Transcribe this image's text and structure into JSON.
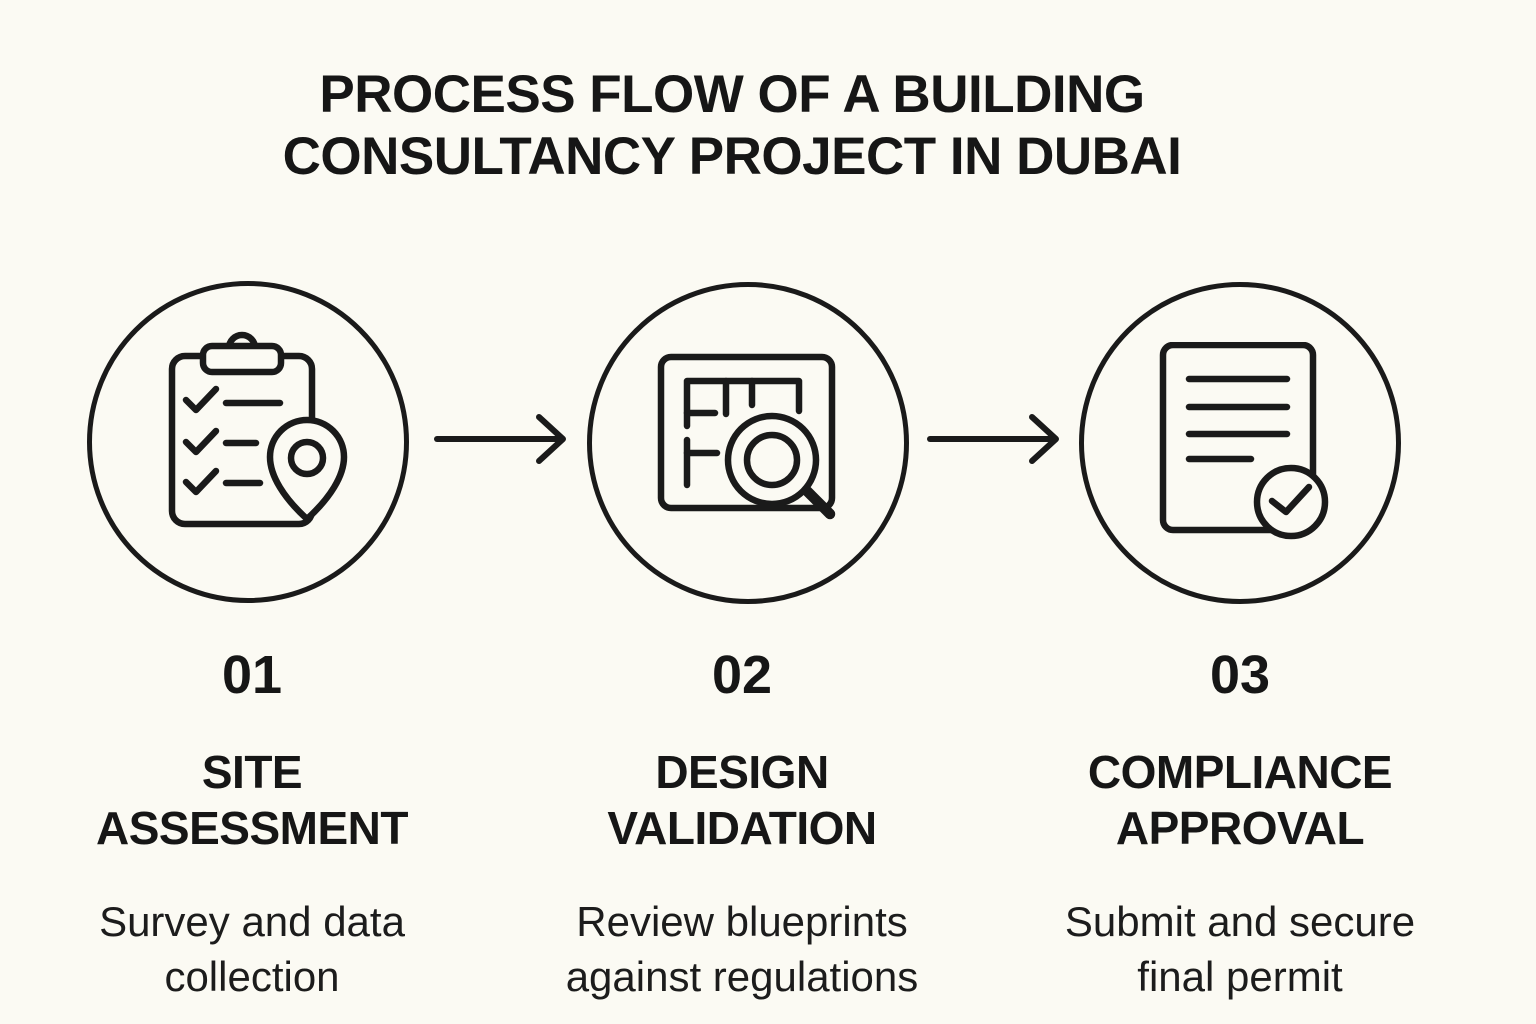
{
  "title": "PROCESS FLOW OF A BUILDING\nCONSULTANCY PROJECT IN DUBAI",
  "colors": {
    "background": "#FBFAF3",
    "ink": "#1A1A1A"
  },
  "steps": [
    {
      "number": "01",
      "name": "SITE\nASSESSMENT",
      "description": "Survey and data\ncollection",
      "icon": "clipboard-checklist-location-icon"
    },
    {
      "number": "02",
      "name": "DESIGN\nVALIDATION",
      "description": "Review blueprints\nagainst regulations",
      "icon": "blueprint-magnifier-icon"
    },
    {
      "number": "03",
      "name": "COMPLIANCE\nAPPROVAL",
      "description": "Submit and secure\nfinal permit",
      "icon": "document-approved-icon"
    }
  ],
  "connectors": [
    {
      "icon": "arrow-right-icon"
    },
    {
      "icon": "arrow-right-icon"
    }
  ]
}
